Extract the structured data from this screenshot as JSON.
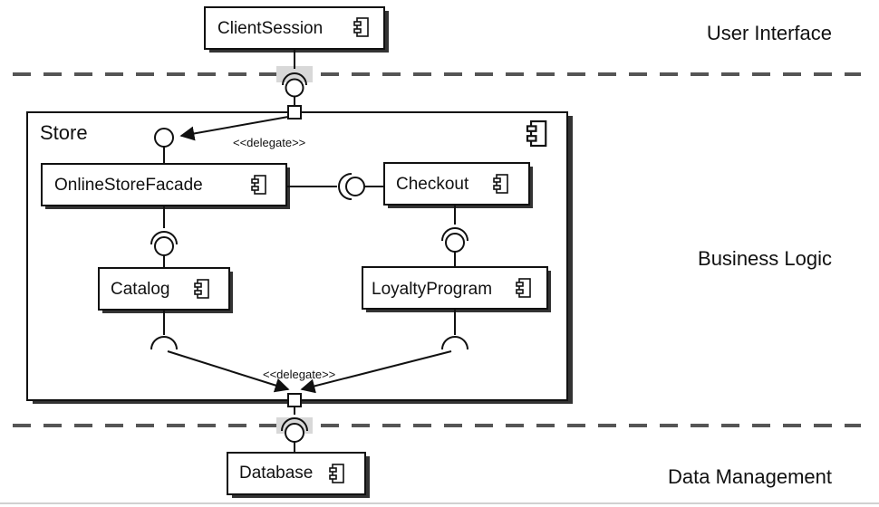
{
  "layers": {
    "user_interface": "User Interface",
    "business_logic": "Business Logic",
    "data_management": "Data Management"
  },
  "store": {
    "label": "Store"
  },
  "components": {
    "client_session": "ClientSession",
    "online_store_facade": "OnlineStoreFacade",
    "checkout": "Checkout",
    "catalog": "Catalog",
    "loyalty_program": "LoyaltyProgram",
    "database": "Database"
  },
  "stereotypes": {
    "delegate_top": "<<delegate>>",
    "delegate_bottom": "<<delegate>>"
  }
}
